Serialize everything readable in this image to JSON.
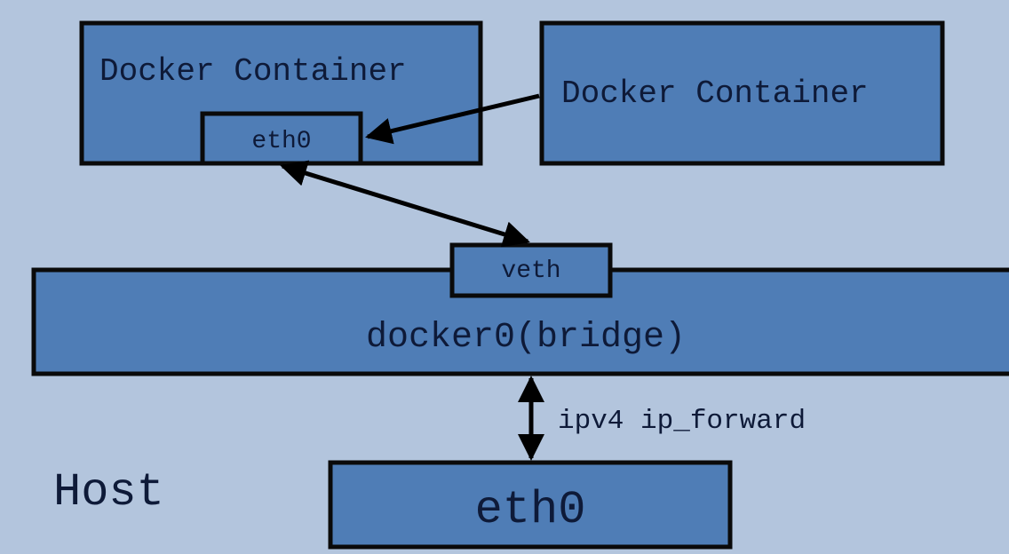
{
  "colors": {
    "background": "#b3c5dd",
    "box_fill": "#4f7db6",
    "border": "#0a0a0a",
    "text": "#0e1a38"
  },
  "nodes": {
    "container_left": {
      "label": "Docker Container",
      "interface": "eth0"
    },
    "container_right": {
      "label": "Docker Container"
    },
    "bridge": {
      "label": "docker0(bridge)",
      "interface": "veth"
    },
    "host": {
      "label": "Host",
      "interface": "eth0"
    }
  },
  "edges": [
    {
      "from": "container_right",
      "to": "container_left.eth0",
      "direction": "one-way"
    },
    {
      "from": "container_left.eth0",
      "to": "bridge.veth",
      "direction": "two-way"
    },
    {
      "from": "bridge",
      "to": "host.eth0",
      "direction": "two-way",
      "label": "ipv4 ip_forward"
    }
  ]
}
